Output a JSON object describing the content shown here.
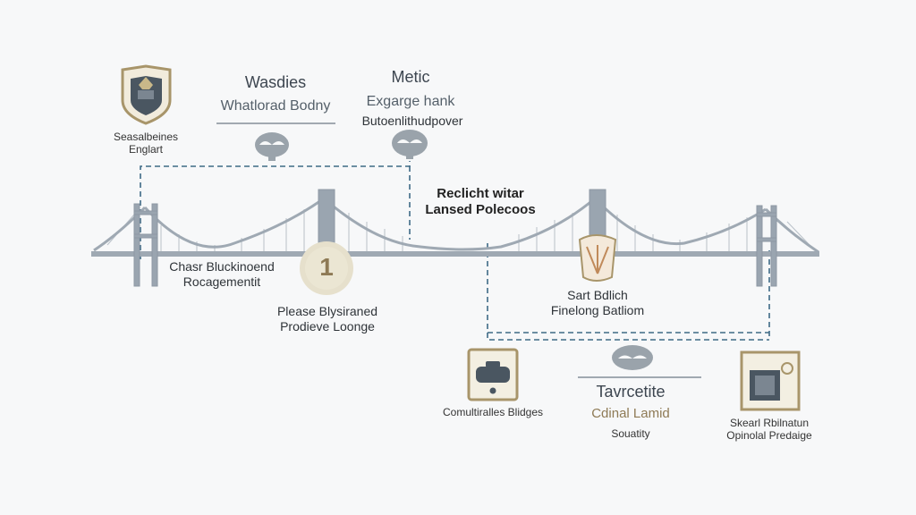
{
  "labels": {
    "left_badge": [
      "Seasalbeines",
      "Englart"
    ],
    "group_a_title": "Wasdies",
    "group_a_subtitle": "Whatlorad Bodny",
    "group_b_title": "Metic",
    "group_b_subtitle": "Exgarge hank",
    "group_b_caption": "Butoenlithudpover",
    "center_title": [
      "Reclicht witar",
      "Lansed Polecoos"
    ],
    "left_tower_caption": [
      "Chasr Bluckinoend",
      "Rocagementit"
    ],
    "medal_caption": [
      "Please Blysiraned",
      "Prodieve Loonge"
    ],
    "medal_glyph": "1",
    "right_tower_caption": [
      "Sart Bdlich",
      "Finelong Batliom"
    ],
    "lower_left_caption": "Comultiralles Blidges",
    "lower_center_title": "Tavrcetite",
    "lower_center_subtitle": "Cdinal Lamid",
    "lower_center_caption": "Souatity",
    "lower_right_caption": [
      "Skearl Rbilnatun",
      "Opinolal Predaige"
    ]
  },
  "icons": [
    "shield-icon",
    "mask-icon",
    "mask-icon",
    "medal-icon",
    "shell-icon",
    "device-icon",
    "mask-icon",
    "frame-icon"
  ],
  "colors": {
    "bridge": "#9fa9b3",
    "bridge_dark": "#8d98a3",
    "connector": "#3e6a86",
    "gold": "#a8956a",
    "icon_fill": "#9aa3ab"
  }
}
